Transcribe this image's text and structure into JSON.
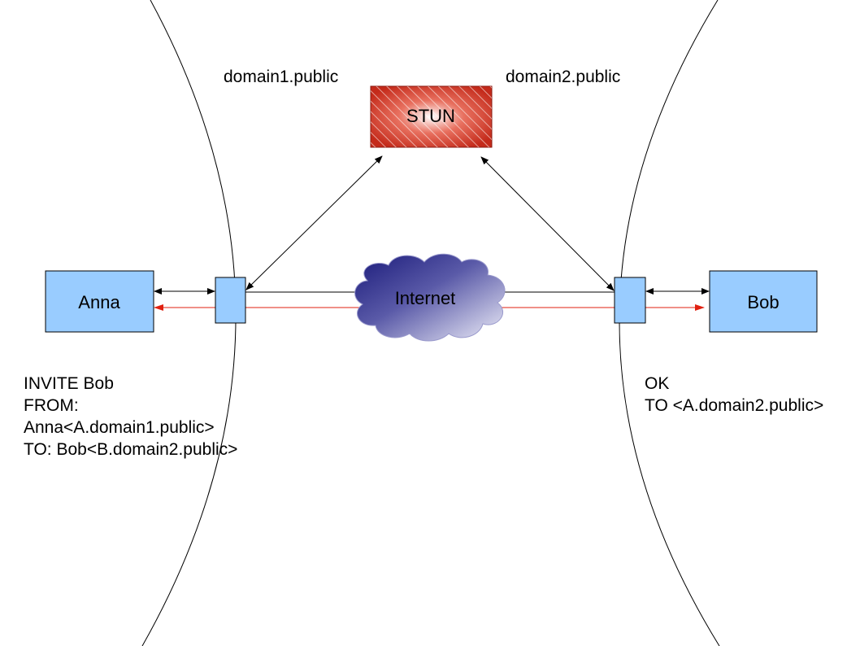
{
  "labels": {
    "domain1": "domain1.public",
    "domain2": "domain2.public",
    "stun": "STUN",
    "internet": "Internet",
    "anna": "Anna",
    "bob": "Bob"
  },
  "anna_message": [
    "INVITE Bob",
    "FROM:",
    "Anna<A.domain1.public>",
    "TO: Bob<B.domain2.public>"
  ],
  "bob_message": [
    "OK",
    "TO <A.domain2.public>"
  ],
  "colors": {
    "host_fill": "#99ccff",
    "stun_fill": "#cc3322",
    "cloud_dark": "#1a1a7a",
    "cloud_light": "#e6e6f5",
    "response_arrow": "#e02010",
    "line": "#000000"
  }
}
